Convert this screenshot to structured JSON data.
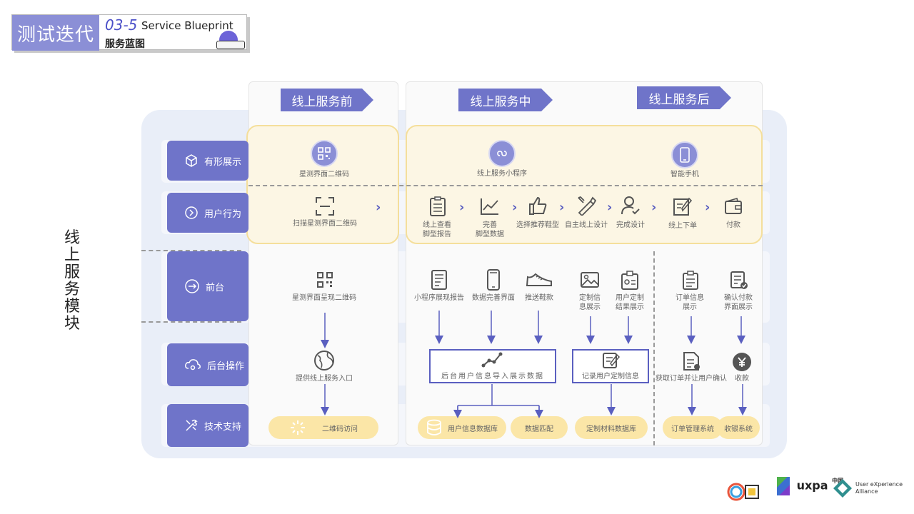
{
  "header": {
    "section_cn": "测试迭代",
    "number": "03-5",
    "title_en": "Service Blueprint",
    "title_cn": "服务蓝图"
  },
  "side_title": [
    "线",
    "上",
    "服",
    "务",
    "模",
    "块"
  ],
  "phases": {
    "before": "线上服务前",
    "during": "线上服务中",
    "after": "线上服务后"
  },
  "rows": {
    "tangible": "有形展示",
    "behavior": "用户行为",
    "front": "前台",
    "back": "后台操作",
    "support": "技术支持"
  },
  "tangible": {
    "qr_page": "星测界面二维码",
    "miniprogram": "线上服务小程序",
    "phone": "智能手机"
  },
  "behavior": {
    "scan": "扫描星测界面二维码",
    "view_report": [
      "线上查看",
      "脚型报告"
    ],
    "complete_data": [
      "完善",
      "脚型数据"
    ],
    "choose_shoe": "选择推荐鞋型",
    "self_design": "自主线上设计",
    "finish_design": "完成设计",
    "order": "线上下单",
    "pay": "付款"
  },
  "front": {
    "qr_show": "星测界面呈现二维码",
    "report": "小程序展现报告",
    "data_page": "数据完善界面",
    "push_shoes": "推送鞋款",
    "custom_info": [
      "定制信",
      "息展示"
    ],
    "custom_result": [
      "用户定制",
      "结果展示"
    ],
    "order_info": [
      "订单信息",
      "展示"
    ],
    "confirm_pay": [
      "确认付款",
      "界面展示"
    ]
  },
  "back": {
    "entry": "提供线上服务入口",
    "import": "后台用户信息导入展示数据",
    "record": "记录用户定制信息",
    "get_order": "获取订单并让用户确认",
    "collect": "收款"
  },
  "support": {
    "qr_access": "二维码访问",
    "user_db": "用户信息数据库",
    "matching": "数据匹配",
    "material_db": "定制材料数据库",
    "order_system": "订单管理系统",
    "pay_system": "收银系统"
  },
  "logos": {
    "uxpa": "uxpa",
    "uxpa_cn": "中国",
    "ux": [
      "User eXperience",
      "Alliance"
    ]
  },
  "colors": {
    "primary": "#6f74c9",
    "highlight": "#fdf6e3",
    "pill": "#fbe6a7",
    "background": "#e9eef8"
  }
}
